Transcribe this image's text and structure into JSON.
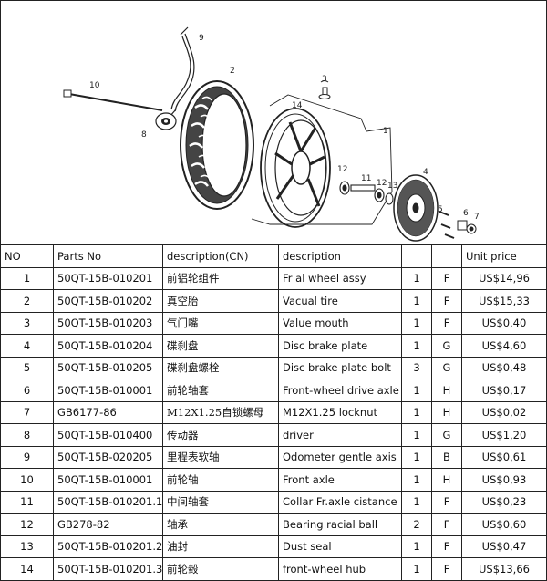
{
  "diagram": {
    "callouts": [
      "1",
      "2",
      "3",
      "4",
      "5",
      "6",
      "7",
      "8",
      "9",
      "10",
      "11",
      "12",
      "12",
      "13",
      "14"
    ]
  },
  "table": {
    "headers": {
      "no": "NO",
      "parts_no": "Parts No",
      "desc_cn": "description(CN)",
      "desc": "description",
      "unit_price": "Unit price"
    },
    "rows": [
      {
        "no": "1",
        "part": "50QT-15B-010201",
        "cn": "前铝轮组件",
        "desc": "Fr al wheel assy",
        "qty": "1",
        "code": "F",
        "price": "US$14,96"
      },
      {
        "no": "2",
        "part": "50QT-15B-010202",
        "cn": "真空胎",
        "desc": "Vacual tire",
        "qty": "1",
        "code": "F",
        "price": "US$15,33"
      },
      {
        "no": "3",
        "part": "50QT-15B-010203",
        "cn": "气门嘴",
        "desc": "Value mouth",
        "qty": "1",
        "code": "F",
        "price": "US$0,40"
      },
      {
        "no": "4",
        "part": "50QT-15B-010204",
        "cn": "碟刹盘",
        "desc": "Disc brake plate",
        "qty": "1",
        "code": "G",
        "price": "US$4,60"
      },
      {
        "no": "5",
        "part": "50QT-15B-010205",
        "cn": "碟刹盘螺栓",
        "desc": "Disc brake plate bolt",
        "qty": "3",
        "code": "G",
        "price": "US$0,48"
      },
      {
        "no": "6",
        "part": "50QT-15B-010001",
        "cn": "前轮轴套",
        "desc": "Front-wheel drive axle",
        "qty": "1",
        "code": "H",
        "price": "US$0,17"
      },
      {
        "no": "7",
        "part": "GB6177-86",
        "cn": "M12X1.25自锁螺母",
        "desc": "M12X1.25 locknut",
        "qty": "1",
        "code": "H",
        "price": "US$0,02"
      },
      {
        "no": "8",
        "part": "50QT-15B-010400",
        "cn": "传动器",
        "desc": "driver",
        "qty": "1",
        "code": "G",
        "price": "US$1,20"
      },
      {
        "no": "9",
        "part": "50QT-15B-020205",
        "cn": "里程表软轴",
        "desc": "Odometer gentle axis",
        "qty": "1",
        "code": "B",
        "price": "US$0,61"
      },
      {
        "no": "10",
        "part": "50QT-15B-010001",
        "cn": "前轮轴",
        "desc": "Front axle",
        "qty": "1",
        "code": "H",
        "price": "US$0,93"
      },
      {
        "no": "11",
        "part": "50QT-15B-010201.1",
        "cn": "中间轴套",
        "desc": "Collar Fr.axle cistance",
        "qty": "1",
        "code": "F",
        "price": "US$0,23"
      },
      {
        "no": "12",
        "part": "GB278-82",
        "cn": "轴承",
        "desc": "Bearing racial ball",
        "qty": "2",
        "code": "F",
        "price": "US$0,60"
      },
      {
        "no": "13",
        "part": "50QT-15B-010201.2",
        "cn": "油封",
        "desc": "Dust seal",
        "qty": "1",
        "code": "F",
        "price": "US$0,47"
      },
      {
        "no": "14",
        "part": "50QT-15B-010201.3",
        "cn": "前轮毂",
        "desc": "front-wheel hub",
        "qty": "1",
        "code": "F",
        "price": "US$13,66"
      }
    ]
  }
}
